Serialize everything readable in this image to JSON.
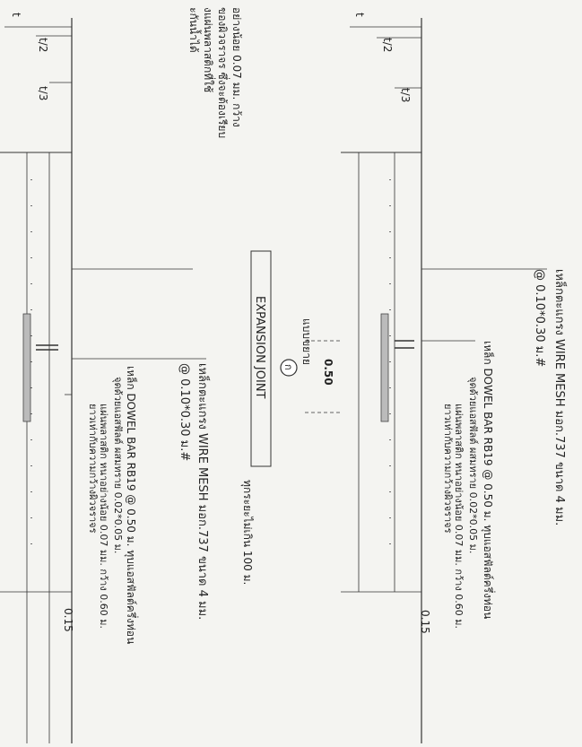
{
  "drawing": {
    "top_notes": [
      "อย่างน้อย 0.07 มม. กว้าง",
      "ของผิวจราจร ซึ่งจะต้องเรียบ",
      "งแผ่นพลาสติกที่ใช้",
      "ะกันน้ำได้"
    ],
    "right_detail": {
      "wire_mesh_label": "เหล็กตะแกรง WIRE MESH มอก.737 ขนาด 4 มม.",
      "wire_mesh_spacing": "@ 0.10*0.30 ม.#",
      "dowel_label": "เหล็ก DOWEL BAR  RB19 @ 0.50 ม. ทุบแอสฟัลต์ครึ่งท่อน",
      "asphalt_note": "จุดด้วยแอสฟัลต์ ผสมทราย 0.02*0.05 ม.",
      "plastic_note": "แผ่นพลาสติก หนาอย่างน้อย 0.07 มม. กว้าง 0.60 ม.",
      "plastic_note2": "ยาวเท่ากับความกว้างผิวจราจร",
      "dim_half": "t/2",
      "dim_third": "t/3",
      "dim_t": "t",
      "dim_015": "0.15",
      "dim_050": "0.50"
    },
    "left_detail": {
      "wire_mesh_label": "เหล็กตะแกรง WIRE MESH มอก.737 ขนาด 4 มม.",
      "wire_mesh_spacing": "@ 0.10*0.30 ม.#",
      "dowel_label": "เหล็ก DOWEL BAR  RB19 @ 0.50 ม. ทุบแอสฟัลต์ครึ่งท่อน",
      "asphalt_note": "จุดด้วยแอสฟัลต์ ผสมทราย 0.02*0.05 ม.",
      "plastic_note": "แผ่นพลาสติก หนาอย่างน้อย 0.07 มม. กว้าง 0.60 ม.",
      "plastic_note2": "ยาวเท่ากับความกว้างผิวจราจร",
      "dim_half": "t/2",
      "dim_third": "t/3",
      "dim_t": "t",
      "dim_015": "0.15"
    },
    "center": {
      "detail_title": "EXPANSION JOINT",
      "spacing_note": "ทุกระยะไม่เกิน 100 ม.",
      "plan_label": "แบบขยาย",
      "marker": "ก"
    }
  }
}
